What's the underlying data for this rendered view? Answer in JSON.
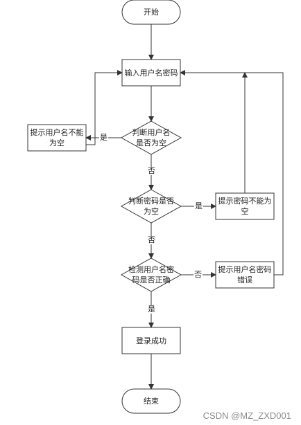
{
  "nodes": {
    "start": "开始",
    "input": "输入用户名密码",
    "check_user_empty": "判断用户名是否为空",
    "prompt_user_empty": "提示用户名不能为空",
    "check_pwd_empty": "判断密码是否为空",
    "prompt_pwd_empty": "提示密码不能为空",
    "verify": "检测用户名密码是否正确",
    "prompt_error": "提示用户名密码错误",
    "login_success": "登录成功",
    "end": "结束"
  },
  "edges": {
    "yes_1": "是",
    "no_1": "否",
    "yes_2": "是",
    "no_2": "否",
    "no_3": "否",
    "yes_3": "是"
  },
  "watermark": "CSDN @MZ_ZXD001",
  "colors": {
    "stroke": "#333333",
    "text": "#222222"
  }
}
